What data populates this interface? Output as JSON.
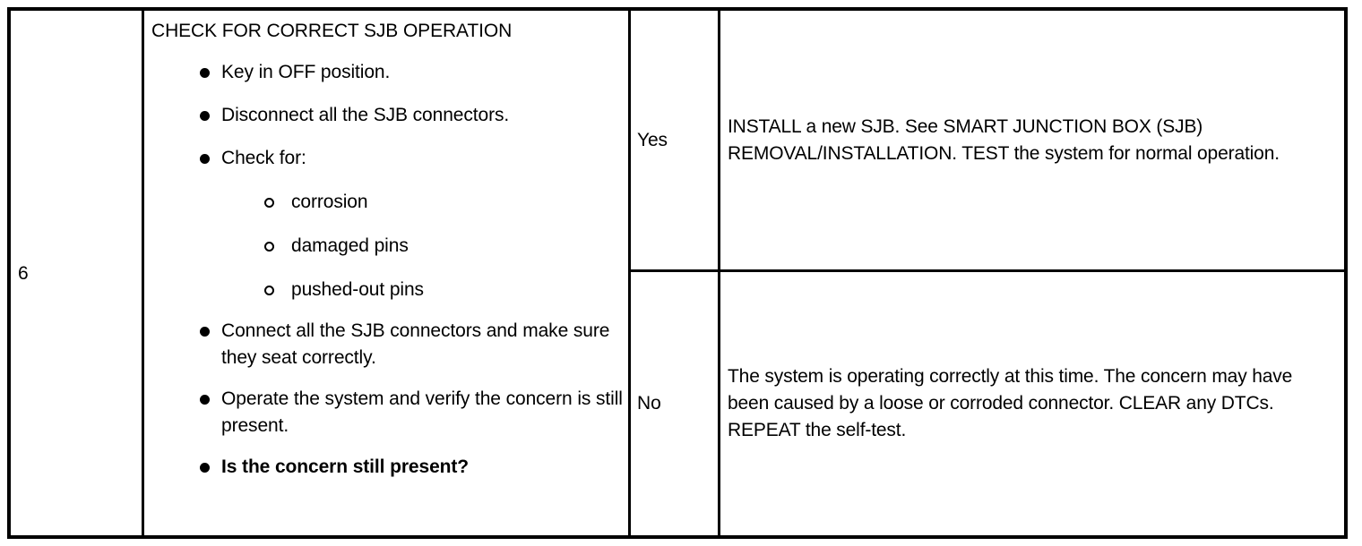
{
  "document": {
    "type": "diagnostic-pinpoint-test-table",
    "colors": {
      "ink": "#000000",
      "paper": "#ffffff"
    }
  },
  "row": {
    "step_number": "6",
    "test": {
      "title": "CHECK FOR CORRECT SJB OPERATION",
      "bullets": [
        {
          "text": "Key in OFF position.",
          "bold": false,
          "marker": "filled-bullet"
        },
        {
          "text": "Disconnect all the SJB connectors.",
          "bold": false,
          "marker": "filled-bullet"
        },
        {
          "text": "Check for:",
          "bold": false,
          "marker": "filled-bullet"
        }
      ],
      "sub_bullets": [
        {
          "text": "corrosion",
          "marker": "hollow-bullet"
        },
        {
          "text": "damaged pins",
          "marker": "hollow-bullet"
        },
        {
          "text": "pushed-out pins",
          "marker": "hollow-bullet"
        }
      ],
      "bullets_after": [
        {
          "text": "Connect all the SJB connectors and make sure they seat correctly.",
          "bold": false,
          "marker": "filled-bullet"
        },
        {
          "text": "Operate the system and verify the concern is still present.",
          "bold": false,
          "marker": "filled-bullet"
        },
        {
          "text": "Is the concern still present?",
          "bold": true,
          "marker": "filled-bullet"
        }
      ]
    },
    "results": [
      {
        "answer": "Yes",
        "action": "INSTALL a new SJB. See SMART JUNCTION BOX (SJB) REMOVAL/INSTALLATION. TEST the system for normal operation."
      },
      {
        "answer": "No",
        "action": "The system is operating correctly at this time. The concern may have been caused by a loose or corroded connector. CLEAR any DTCs. REPEAT the self-test."
      }
    ]
  }
}
